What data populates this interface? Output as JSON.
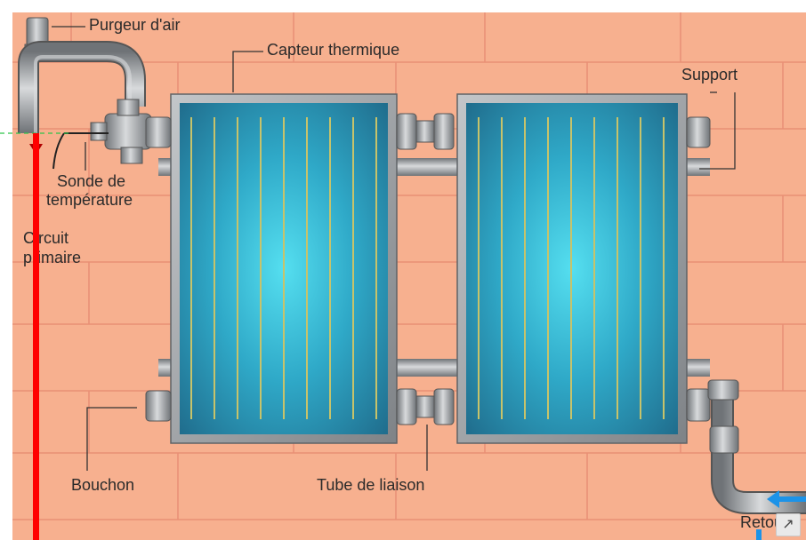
{
  "labels": {
    "purgeur": "Purgeur d'air",
    "capteur": "Capteur thermique",
    "support": "Support",
    "sonde_line1": "Sonde de",
    "sonde_line2": "température",
    "circuit_line1": "Circuit",
    "circuit_line2": "primaire",
    "bouchon": "Bouchon",
    "tube": "Tube de liaison",
    "retour": "Retour"
  },
  "colors": {
    "wall": "#f7b08f",
    "mortar": "#e98f75",
    "panel_frame": "#9ea2a6",
    "glass_center": "#55dff0",
    "glass_edge": "#1e6585",
    "absorber_line": "#c7c36a",
    "pipe": "#9b9fa3",
    "red_flow": "#ff0000",
    "blue_flow": "#1c93e8",
    "green_dash": "#2ec449"
  },
  "icons": {
    "corner_button": "expand-arrow-icon"
  }
}
